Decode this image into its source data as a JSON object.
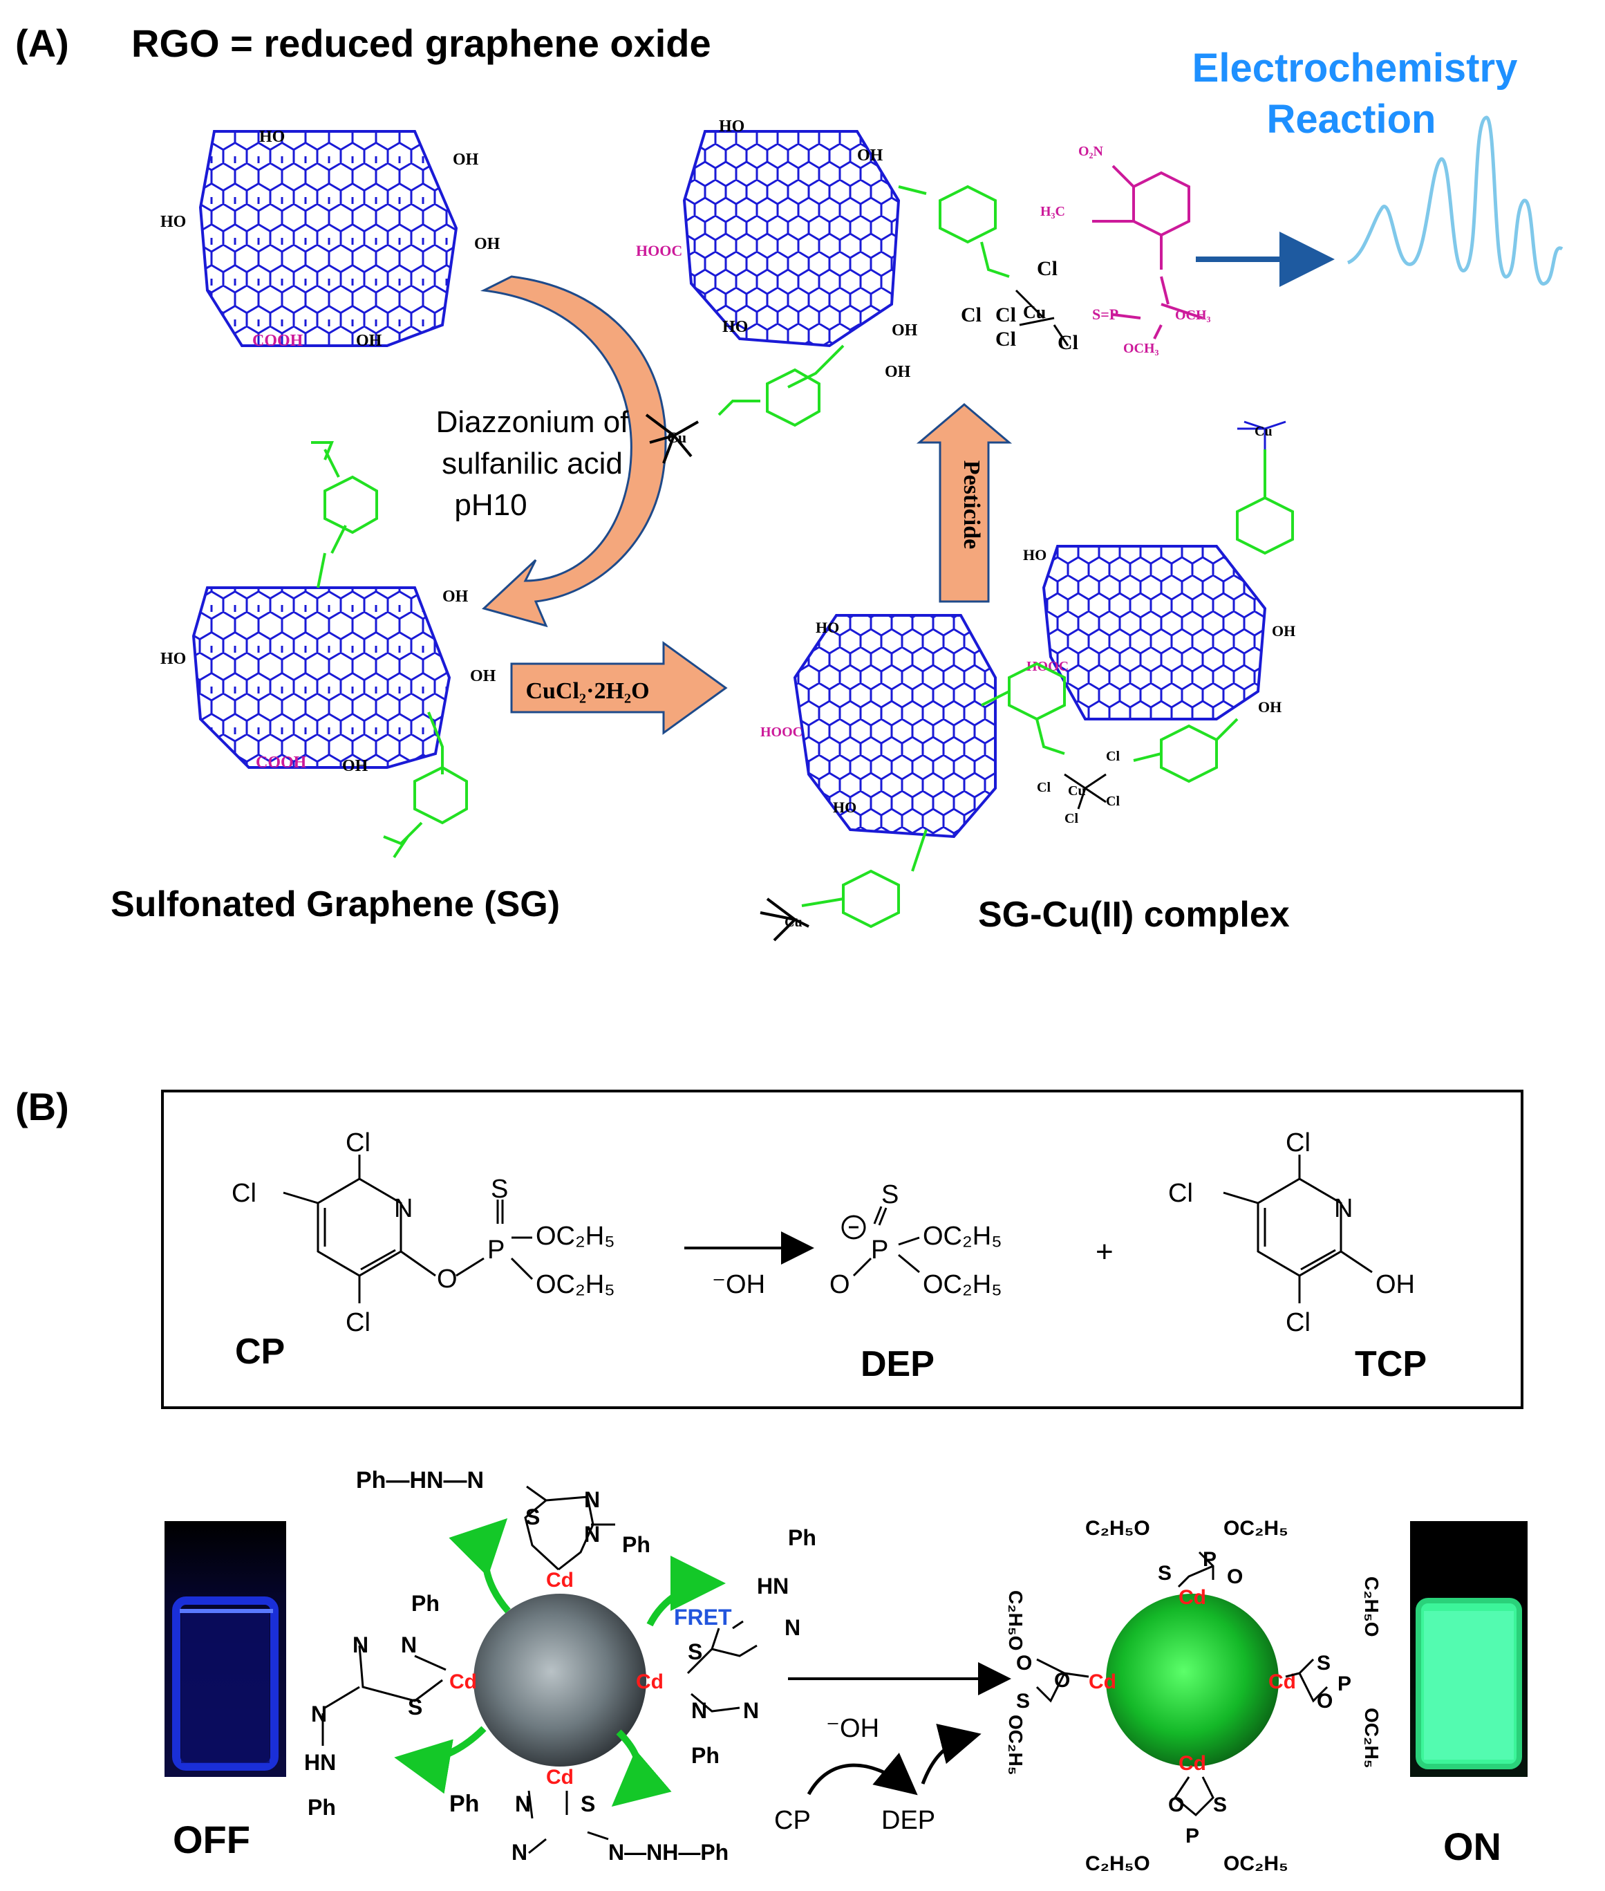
{
  "panel_a": {
    "label": "(A)",
    "title": "RGO = reduced graphene oxide",
    "electrochem_line1": "Electrochemistry",
    "electrochem_line2": "Reaction",
    "reagent_line1": "Diazzonium of",
    "reagent_line2": "sulfanilic acid",
    "reagent_line3": "pH10",
    "cucl2_label": "CuCl₂·2H₂O",
    "pesticide_label": "Pesticide",
    "sg_label": "Sulfonated Graphene (SG)",
    "sgcu_label": "SG-Cu(II) complex",
    "rgo_groups": {
      "oh": "HO",
      "oh2": "OH",
      "cooh": "COOH",
      "hooc": "HOOC"
    },
    "cu_symbol": "Cu",
    "cl_symbol": "Cl",
    "pesticide_fragments": {
      "no2": "O₂N",
      "h3c": "H₃C",
      "sp": "S=P",
      "och3": "OCH₃"
    }
  },
  "panel_b": {
    "label": "(B)",
    "cp_label": "CP",
    "dep_label": "DEP",
    "tcp_label": "TCP",
    "plus": "+",
    "oh_minus": "⁻OH",
    "cl": "Cl",
    "n": "N",
    "s": "S",
    "o": "O",
    "p": "P",
    "oc2h5": "OC₂H₅",
    "c2h5o": "C₂H₅O",
    "oh": "OH",
    "cd": "Cd",
    "ph": "Ph",
    "hn": "HN",
    "phhn": "Ph—HN—N",
    "fret": "FRET",
    "off_label": "OFF",
    "on_label": "ON",
    "cp_small": "CP",
    "dep_small": "DEP",
    "oh_small": "⁻OH",
    "nhph": "N—NH—Ph",
    "colors": {
      "graphene": "#1a1ad6",
      "sulfonate": "#22e022",
      "magenta": "#cc1a9a",
      "electrochem": "#1e90ff",
      "cd_red": "#ff1a1a",
      "fret_blue": "#2255dd",
      "arrow_orange": "#f4a77c",
      "vial_off": "#1a2fd8",
      "vial_on": "#3cf59a"
    }
  }
}
